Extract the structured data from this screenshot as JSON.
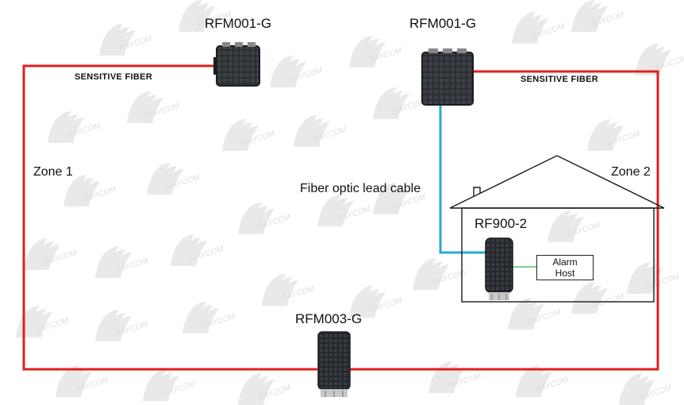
{
  "devices": {
    "rfm001_left": "RFM001-G",
    "rfm001_right": "RFM001-G",
    "rfm003": "RFM003-G",
    "rf900": "RF900-2"
  },
  "zones": {
    "zone1": "Zone 1",
    "zone2": "Zone 2"
  },
  "fiber": {
    "left": "SENSITIVE  FIBER",
    "right": "SENSITIVE  FIBER"
  },
  "lead_cable": "Fiber optic lead cable",
  "alarm_host": {
    "line1": "Alarm",
    "line2": "Host"
  },
  "watermark": "RAYCOM",
  "colors": {
    "sensing_fiber": "#e0201c",
    "lead_cable": "#29a8dc",
    "host_link": "#55bb66",
    "device_body": "#2b2e33"
  }
}
